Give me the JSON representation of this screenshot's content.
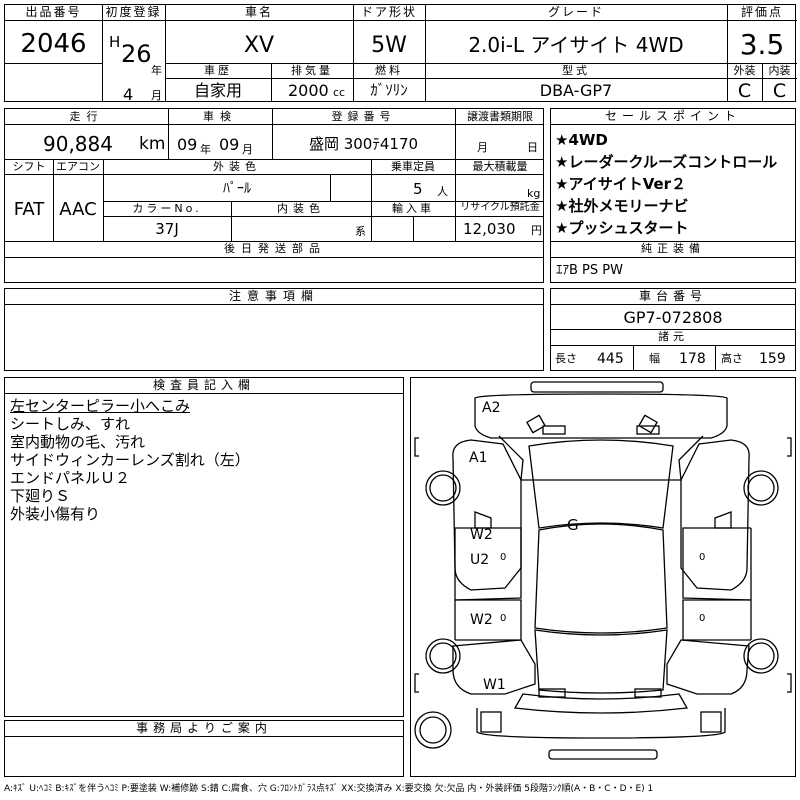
{
  "top": {
    "lot_label": "出品番号",
    "lot_no": "2046",
    "reg_label": "初度登録",
    "era": "H",
    "year": "26",
    "year_unit": "年",
    "month": "4",
    "month_unit": "月",
    "name_label": "車名",
    "name": "XV",
    "door_label": "ドア形状",
    "door": "5W",
    "grade_label": "グレード",
    "grade": "2.0i-L アイサイト 4WD",
    "score_label": "評価点",
    "score": "3.5",
    "history_label": "車歴",
    "history": "自家用",
    "disp_label": "排気量",
    "disp": "2000",
    "disp_unit": "cc",
    "fuel_label": "燃料",
    "fuel": "ｶﾞｿﾘﾝ",
    "model_label": "型式",
    "model": "DBA-GP7",
    "ext_label": "外装",
    "ext_grade": "C",
    "int_label": "内装",
    "int_grade": "C"
  },
  "mid": {
    "mileage_label": "走行",
    "mileage": "90,884",
    "mileage_unit": "km",
    "inspect_label": "車検",
    "inspect_y": "09",
    "inspect_y_unit": "年",
    "inspect_m": "09",
    "inspect_m_unit": "月",
    "plate_label": "登録番号",
    "plate": "盛岡 300ﾃ4170",
    "transfer_label": "譲渡書類期限",
    "transfer_m": "月",
    "transfer_d": "日",
    "shift_label": "シフト",
    "shift": "FAT",
    "ac_label": "エアコン",
    "ac": "AAC",
    "color_label": "外装色",
    "color": "ﾊﾟｰﾙ",
    "seats_label": "乗車定員",
    "seats": "5",
    "seats_unit": "人",
    "load_label": "最大積載量",
    "load_unit": "kg",
    "colorno_label": "カラーNo.",
    "colorno": "37J",
    "intcolor_label": "内装色",
    "intcolor_unit": "系",
    "import_label": "輸入車",
    "recycle_label": "リサイクル預託金",
    "recycle": "12,030",
    "recycle_unit": "円",
    "later_label": "後日発送部品",
    "notes_label": "注意事項欄"
  },
  "sales": {
    "label": "セールスポイント",
    "items": [
      "★4WD",
      "★レーダークルーズコントロール",
      "★アイサイトVer２",
      "★社外メモリーナビ",
      "★プッシュスタート"
    ]
  },
  "equip": {
    "label": "純正装備",
    "value": "ｴｱB PS PW"
  },
  "chassis": {
    "label": "車台番号",
    "value": "GP7-072808"
  },
  "dims": {
    "label": "諸元",
    "len_label": "長さ",
    "len": "445",
    "wid_label": "幅",
    "wid": "178",
    "hei_label": "高さ",
    "hei": "159"
  },
  "inspector": {
    "label": "検査員記入欄",
    "lines": [
      "左センターピラー小へこみ",
      "シートしみ、すれ",
      "室内動物の毛、汚れ",
      "サイドウィンカーレンズ割れ（左）",
      "エンドパネルＵ２",
      "下廻りＳ",
      "外装小傷有り"
    ]
  },
  "office": {
    "label": "事務局よりご案内"
  },
  "diagram": {
    "marks": {
      "a2": "A2",
      "a1": "A1",
      "g": "G",
      "w2a": "W2",
      "u2": "U2",
      "w2b": "W2",
      "w1": "W1",
      "zero": "0"
    }
  },
  "legend": "A:ｷｽﾞ U:ﾍｺﾐ B:ｷｽﾞを伴うﾍｺﾐ P:要塗装 W:補修跡 S:錆 C:腐食、穴 G:ﾌﾛﾝﾄｶﾞﾗｽ点ｷｽﾞ XX:交換済み X:要交換 欠:欠品 内・外装評価 5段階ﾗﾝｸ順(A・B・C・D・E) 1"
}
